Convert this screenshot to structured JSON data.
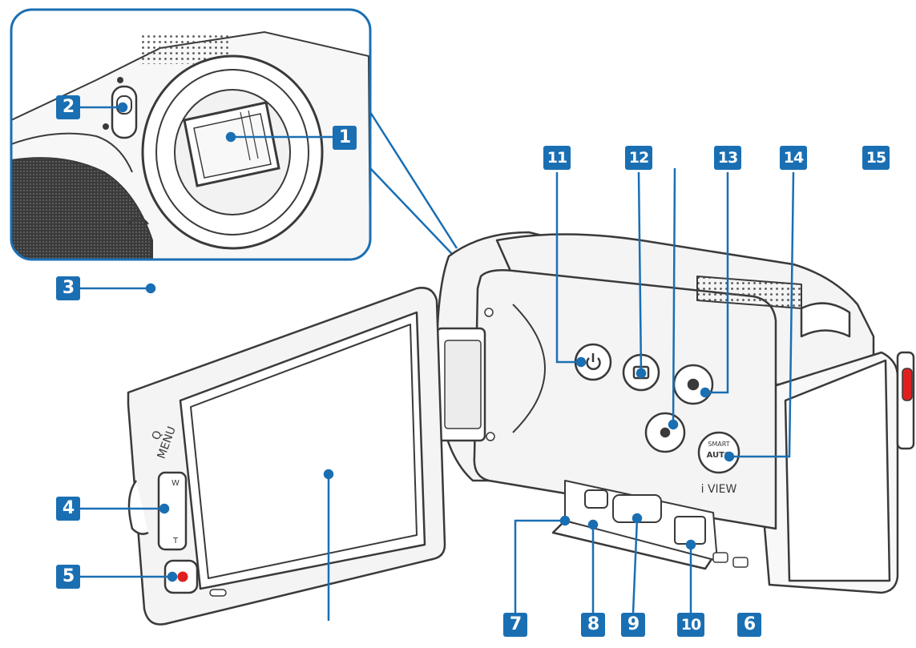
{
  "colors": {
    "badge": "#1a6fb3",
    "leader": "#1a6fb3",
    "line": "#3a3a3a",
    "body_fill": "#f4f4f4",
    "record": "#e02020"
  },
  "labels": {
    "menu_q": "Q",
    "menu": "MENU",
    "view": "i VIEW",
    "smart": "SMART",
    "auto": "AUTO",
    "zoom_w": "W",
    "zoom_t": "T"
  },
  "callouts": {
    "c1": "1",
    "c2": "2",
    "c3": "3",
    "c4": "4",
    "c5": "5",
    "c6": "6",
    "c7": "7",
    "c8": "8",
    "c9": "9",
    "c10": "10",
    "c11": "11",
    "c12": "12",
    "c13": "13",
    "c14": "14",
    "c15": "15"
  }
}
